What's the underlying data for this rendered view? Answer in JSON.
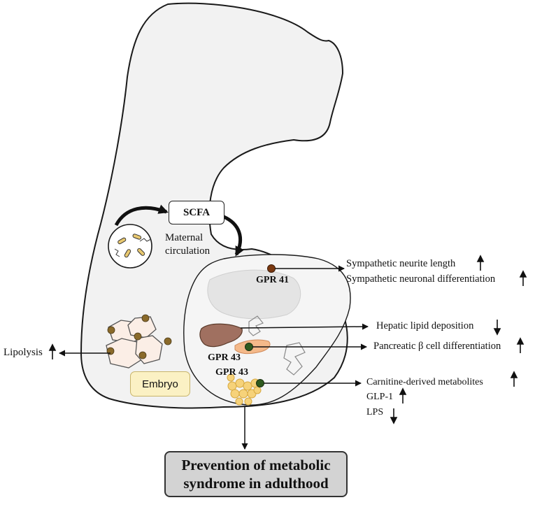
{
  "scfa_label": "SCFA",
  "maternal_label": [
    "Maternal",
    "circulation"
  ],
  "embryo_label": "Embryo",
  "lipolysis": {
    "label": "Lipolysis",
    "direction": "up"
  },
  "receptors": {
    "brain": "GPR 41",
    "pancreas": "GPR 43",
    "intestine": "GPR 43"
  },
  "effects": {
    "sympathetic_neurite": {
      "label": "Sympathetic neurite length",
      "direction": "up"
    },
    "sympathetic_differentiation": {
      "label": "Sympathetic neuronal differentiation",
      "direction": "up"
    },
    "hepatic": {
      "label": "Hepatic lipid deposition",
      "direction": "down"
    },
    "pancreatic": {
      "label": "Pancreatic β cell differentiation",
      "direction": "up"
    },
    "carnitine": {
      "label": "Carnitine-derived metabolites",
      "direction": "up"
    },
    "glp1": {
      "label": "GLP-1",
      "direction": "up"
    },
    "lps": {
      "label": "LPS",
      "direction": "down"
    }
  },
  "outcome": [
    "Prevention of metabolic",
    "syndrome in adulthood"
  ],
  "colors": {
    "body_fill": "#f2f2f2",
    "liver": "#a07060",
    "pancreas": "#f4b98a",
    "intestine": "#f6d27a",
    "gpr41_dot": "#7a3810",
    "gpr43_dot": "#2f5a1e",
    "adipocyte_nucleus": "#8a6a2a",
    "embryo_box": "#fbf1c4",
    "outcome_box": "#d3d3d3"
  }
}
